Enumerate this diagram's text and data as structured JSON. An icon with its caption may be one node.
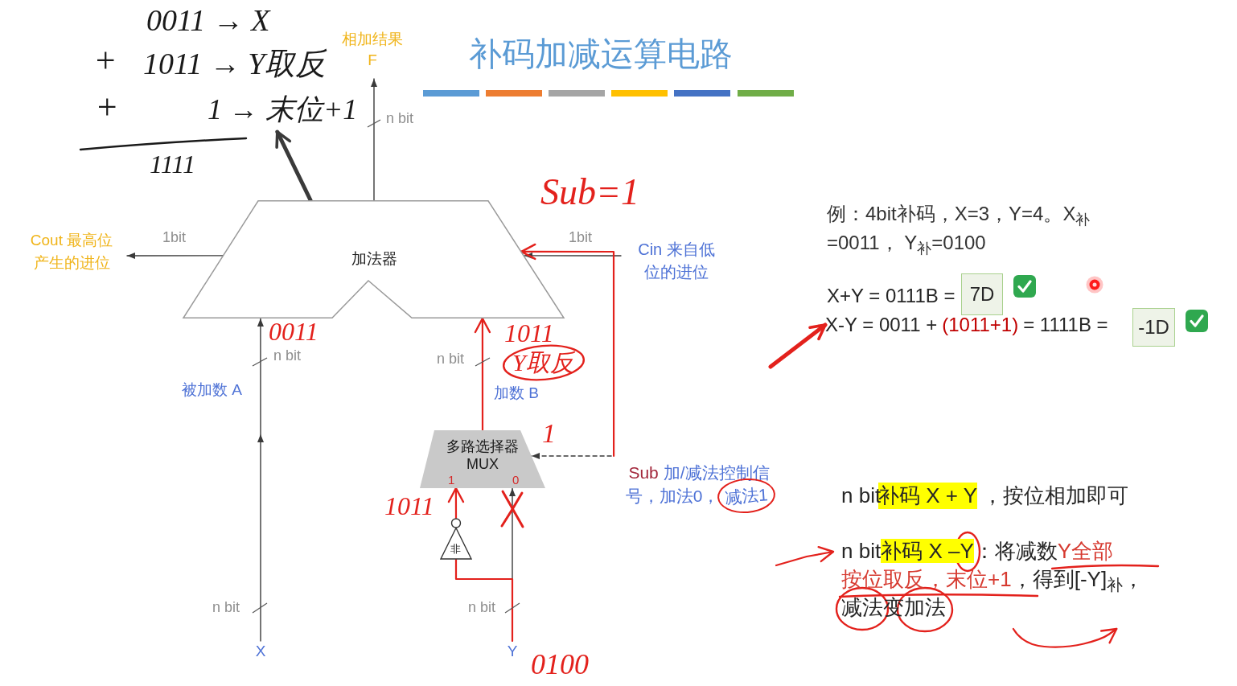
{
  "diagram": {
    "title": "补码加减运算电路",
    "nodes": [
      {
        "text": [
          "相加结果",
          "F"
        ]
      },
      {
        "text": [
          "+",
          "1 → 末位+1"
        ]
      },
      {
        "text": [
          "Cout 最高位产生的进位"
        ]
      },
      {
        "text": [
          "加法器"
        ]
      },
      {
        "text": [
          "Cin 来自低位的进位"
        ]
      },
      {
        "text": [
          "7D"
        ],
        "beside": [
          "X+Y = 0111B ="
        ]
      },
      {
        "text": [
          "X-Y = 0011 +",
          "(1011+1)",
          "= 1111B ="
        ]
      },
      {
        "text": [
          "-1D"
        ]
      },
      {
        "text": [
          "多路选择器 MUX",
          "1",
          "0"
        ]
      },
      {
        "text": [
          "Sub",
          "加/减法控制信号，加法0，",
          "减法1"
        ]
      },
      {
        "text": [
          "补码 X + Y"
        ]
      },
      {
        "text": [
          "非"
        ]
      },
      {
        "text": [
          "n bit",
          "补码 X –Y",
          "：将减数",
          "Y全部",
          "按位取反，末位+1",
          "，得到[-Y]$_{补}$，",
          "减法变加法"
        ]
      },
      {
        "text": [
          "X"
        ]
      },
      {
        "text": [
          "Y"
        ]
      }
    ],
    "edges": [
      {
        "from": 13,
        "to": 3,
        "arrow": "to"
      },
      {
        "from": 3,
        "to": 0,
        "arrow": "to"
      },
      {
        "from": 3,
        "to": 2,
        "arrow": "to"
      },
      {
        "from": 4,
        "to": 3,
        "arrow": "to"
      },
      {
        "from": 9,
        "to": 8,
        "arrow": "to",
        "style": "dashed",
        "label": "1"
      },
      {
        "from": 9,
        "to": 3,
        "arrow": "to",
        "color": "#e3211c"
      },
      {
        "from": 8,
        "to": 3,
        "arrow": "to",
        "color": "#e3211c"
      },
      {
        "from": 14,
        "to": 8,
        "arrow": "to"
      },
      {
        "from": 14,
        "to": 11,
        "arrow": "none",
        "color": "#e3211c"
      },
      {
        "from": 11,
        "to": 8,
        "arrow": "to",
        "color": "#e3211c"
      },
      {
        "from": 3,
        "to": 1,
        "arrow": "to",
        "style": "thick"
      },
      {
        "from": null,
        "to": 6,
        "arrow": "to",
        "style": "thick",
        "color": "#e3211c"
      },
      {
        "from": null,
        "to": 12,
        "arrow": "to",
        "color": "#e3211c"
      },
      {
        "from": 12,
        "to": 12,
        "arrow": "to",
        "color": "#e3211c"
      }
    ],
    "labels": [
      "0011 → X",
      "+",
      "1011 → Y取反",
      "1111",
      "n bit",
      "Sub=1",
      "1bit",
      "1bit",
      "例：4bit补码，X=3，Y=4。X$_{补}$=0011， Y$_{补}$=0100",
      "0011",
      "1011",
      "n bit",
      "n bit",
      "Y取反",
      "被加数 A",
      "加数 B",
      "1011",
      "n bit",
      "n bit",
      "0100",
      "n bit",
      "，按位相加即可"
    ]
  }
}
